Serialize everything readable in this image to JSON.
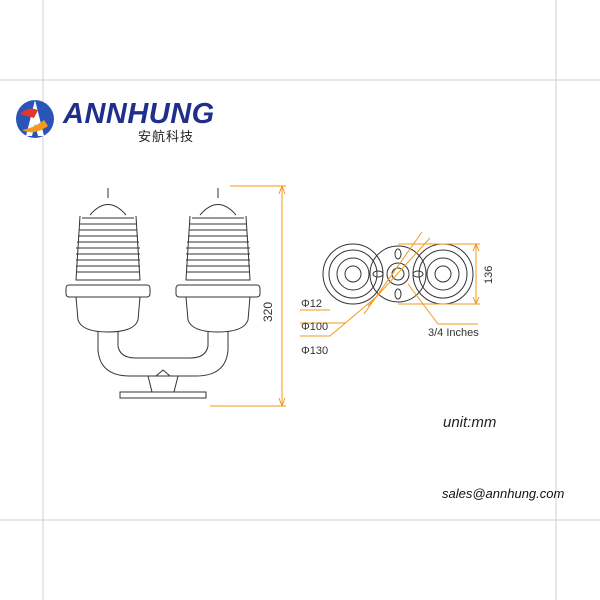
{
  "brand": {
    "name": "ANNHUNG",
    "chinese_name": "安航科技",
    "logo_colors": {
      "blue": "#2a55b8",
      "red": "#e2372a",
      "orange": "#f39a1a"
    },
    "text_color": "#1f2f8a"
  },
  "drawing": {
    "dimensions": {
      "total_height": "320",
      "base_height": "136",
      "hole_diameter": "Φ12",
      "bolt_circle": "Φ100",
      "base_diameter": "Φ130",
      "thread": "3/4 Inches"
    },
    "leader_color": "#f39a1a",
    "line_color": "#333333"
  },
  "footer": {
    "unit_label": "unit:mm",
    "email": "sales@annhung.com"
  }
}
